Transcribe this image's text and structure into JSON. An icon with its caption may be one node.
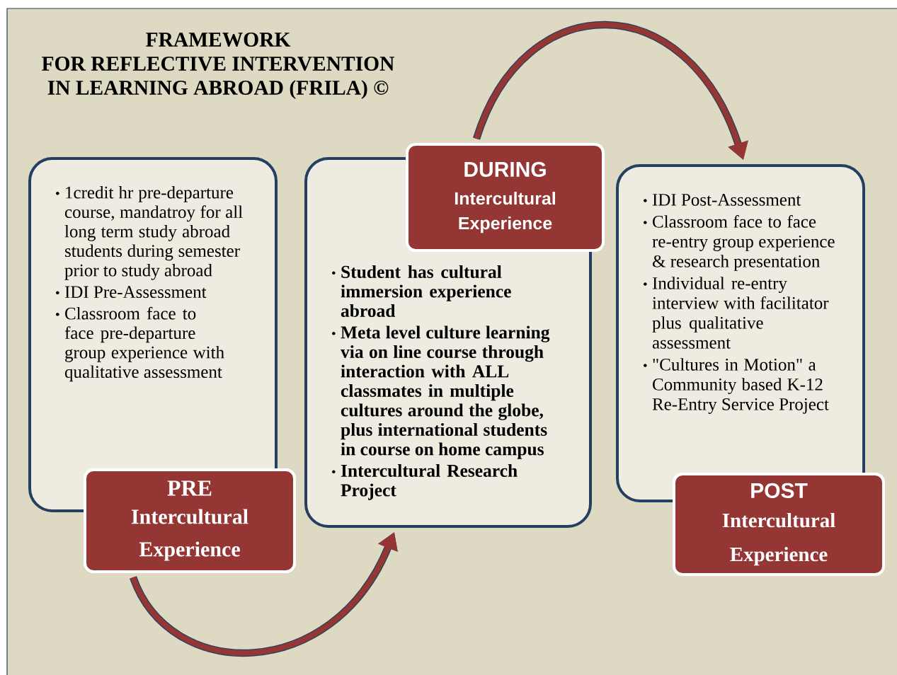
{
  "diagram": {
    "title": "FRAMEWORK FOR REFLECTIVE INTERVENTION IN LEARNING ABROAD (FRILA) ©",
    "nodes": [
      {
        "text": [
          "1credit hr pre-departure course, mandatroy for all long term study abroad students during semester prior to study abroad",
          "IDI Pre-Assessment",
          "Classroom face to face pre-departure group experience with qualitative assessment"
        ]
      },
      {
        "text": [
          "PRE",
          "Intercultural Experience"
        ]
      },
      {
        "text": [
          "Student has cultural immersion experience abroad",
          "Meta level culture learning via on line course through interaction with ALL classmates in multiple cultures around the globe, plus international students in course on home campus",
          "Intercultural Research Project"
        ]
      },
      {
        "text": [
          "DURING",
          "Intercultural Experience"
        ]
      },
      {
        "text": [
          "IDI Post-Assessment",
          "Classroom face to face re-entry group experience & research presentation",
          "Individual re-entry interview with facilitator plus qualitative assessment",
          "\"Cultures in Motion\" a Community based K-12 Re-Entry Service Project"
        ]
      },
      {
        "text": [
          "POST",
          "Intercultural Experience"
        ]
      }
    ],
    "edges": [
      {
        "from": 1,
        "to": 2,
        "arrow": "to"
      },
      {
        "from": 3,
        "to": 4,
        "arrow": "to"
      }
    ]
  }
}
